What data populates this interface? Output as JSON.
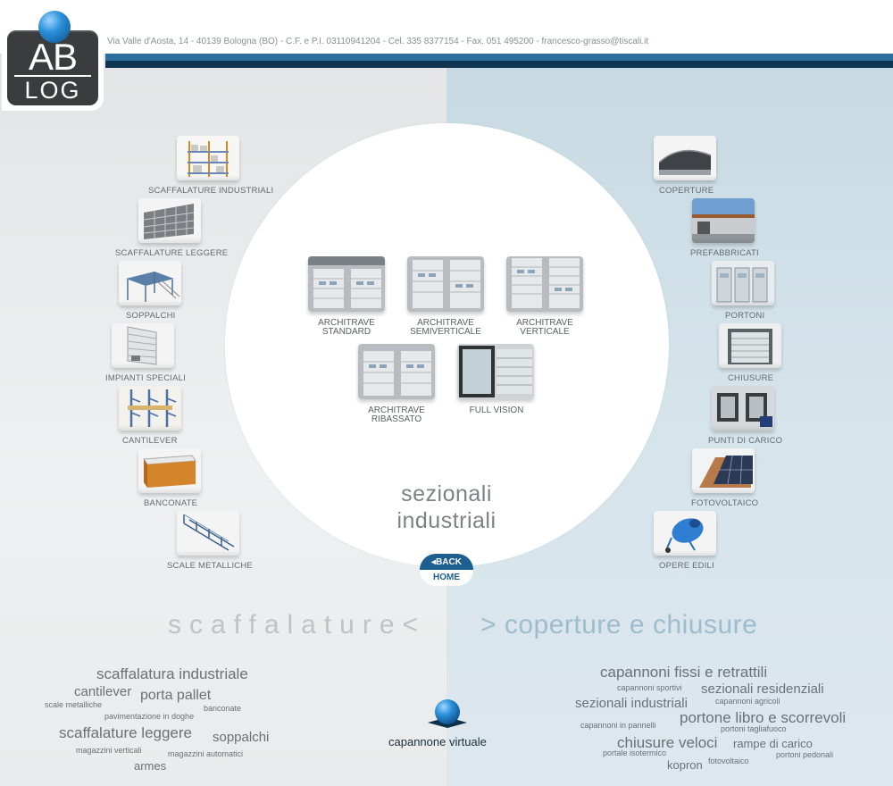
{
  "logo": {
    "top": "AB",
    "bottom": "LOG"
  },
  "header": {
    "address": "Via Valle d'Aosta, 14 - 40139 Bologna (BO) - C.F. e P.I. 03110941204 - Cel. 335 8377154 - Fax. 051 495200 - francesco-grasso@tiscali.it"
  },
  "colors": {
    "accent": "#2c6f9c",
    "dark_bar": "#0f3550",
    "right_panel": "#c9dbe4",
    "left_panel": "#e4e6e7"
  },
  "left_categories": [
    {
      "label": "SCAFFALATURE INDUSTRIALI",
      "icon": "industrial-shelving-image"
    },
    {
      "label": "SCAFFALATURE LEGGERE",
      "icon": "light-shelving-image"
    },
    {
      "label": "SOPPALCHI",
      "icon": "mezzanine-image"
    },
    {
      "label": "IMPIANTI SPECIALI",
      "icon": "special-systems-image"
    },
    {
      "label": "CANTILEVER",
      "icon": "cantilever-rack-image"
    },
    {
      "label": "BANCONATE",
      "icon": "counter-image"
    },
    {
      "label": "SCALE METALLICHE",
      "icon": "metal-stairs-image"
    }
  ],
  "right_categories": [
    {
      "label": "COPERTURE",
      "icon": "roof-cover-image"
    },
    {
      "label": "PREFABBRICATI",
      "icon": "prefab-building-image"
    },
    {
      "label": "PORTONI",
      "icon": "doors-image"
    },
    {
      "label": "CHIUSURE",
      "icon": "closures-image"
    },
    {
      "label": "PUNTI DI CARICO",
      "icon": "loading-dock-image"
    },
    {
      "label": "FOTOVOLTAICO",
      "icon": "solar-panel-image"
    },
    {
      "label": "OPERE EDILI",
      "icon": "concrete-mixer-image"
    }
  ],
  "door_types": [
    {
      "label": "ARCHITRAVE\nSTANDARD"
    },
    {
      "label": "ARCHITRAVE\nSEMIVERTICALE"
    },
    {
      "label": "ARCHITRAVE\nVERTICALE"
    },
    {
      "label": "ARCHITRAVE\nRIBASSATO"
    },
    {
      "label": "FULL VISION"
    }
  ],
  "page_title": "sezionali\nindustriali",
  "back_home": {
    "back": "◂BACK",
    "home": "HOME"
  },
  "sections": {
    "left": "scaffalature<",
    "right": "> coperture e chiusure"
  },
  "left_tags": [
    {
      "text": "scaffalatura industriale",
      "size": 17
    },
    {
      "text": "cantilever",
      "size": 15
    },
    {
      "text": "porta pallet",
      "size": 16
    },
    {
      "text": "scale metalliche",
      "size": 9
    },
    {
      "text": "banconate",
      "size": 9
    },
    {
      "text": "pavimentazione in doghe",
      "size": 9
    },
    {
      "text": "scaffalature leggere",
      "size": 17
    },
    {
      "text": "soppalchi",
      "size": 15
    },
    {
      "text": "magazzini verticali",
      "size": 9
    },
    {
      "text": "magazzini automatici",
      "size": 9
    },
    {
      "text": "armes",
      "size": 13
    }
  ],
  "right_tags": [
    {
      "text": "capannoni fissi e retrattili",
      "size": 17
    },
    {
      "text": "capannoni sportivi",
      "size": 9
    },
    {
      "text": "sezionali residenziali",
      "size": 15
    },
    {
      "text": "capannoni agricoli",
      "size": 9
    },
    {
      "text": "sezionali industriali",
      "size": 15
    },
    {
      "text": "portone libro e scorrevoli",
      "size": 17
    },
    {
      "text": "capannoni in pannelli",
      "size": 9
    },
    {
      "text": "portoni tagliafuoco",
      "size": 9
    },
    {
      "text": "chiusure veloci",
      "size": 17
    },
    {
      "text": "rampe di carico",
      "size": 13
    },
    {
      "text": "portale isotermico",
      "size": 9
    },
    {
      "text": "portoni pedonali",
      "size": 9
    },
    {
      "text": "kopron",
      "size": 13
    },
    {
      "text": "fotovoltaico",
      "size": 9
    }
  ],
  "virtual_shed": {
    "label": "capannone virtuale"
  }
}
